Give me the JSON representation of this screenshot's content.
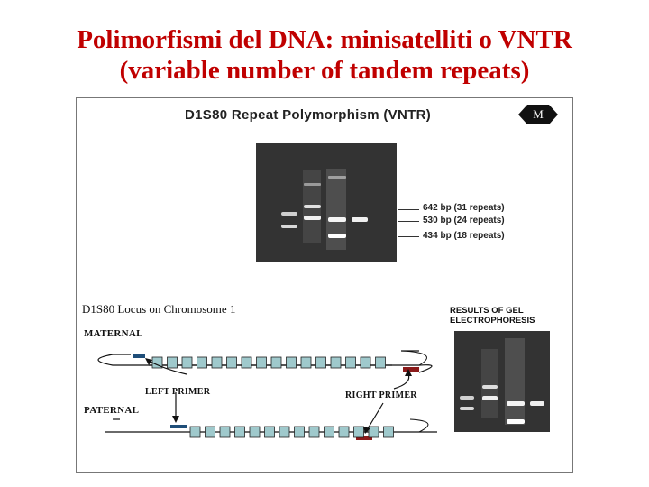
{
  "slide": {
    "title_line1": "Polimorfismi del DNA: minisatelliti o VNTR",
    "title_line2": "(variable number of tandem repeats)"
  },
  "figure": {
    "title": "D1S80 Repeat Polymorphism (VNTR)",
    "nav_label": "M",
    "size_markers": [
      {
        "label": "642 bp (31 repeats)"
      },
      {
        "label": "530 bp (24 repeats)"
      },
      {
        "label": "434 bp (18 repeats)"
      }
    ],
    "locus_title": "D1S80 Locus on Chromosome 1",
    "results_title_line1": "RESULTS OF GEL",
    "results_title_line2": "ELECTROPHORESIS",
    "maternal_label": "MATERNAL",
    "paternal_label": "PATERNAL",
    "left_primer_label": "LEFT PRIMER",
    "right_primer_label": "RIGHT PRIMER",
    "maternal_repeats": 16,
    "paternal_repeats": 14
  },
  "colors": {
    "title_red": "#c00000",
    "repeat_fill": "#9fc9cc",
    "left_primer": "#1f4e79",
    "right_primer": "#8b1a1a",
    "gel_bg": "#333333"
  }
}
